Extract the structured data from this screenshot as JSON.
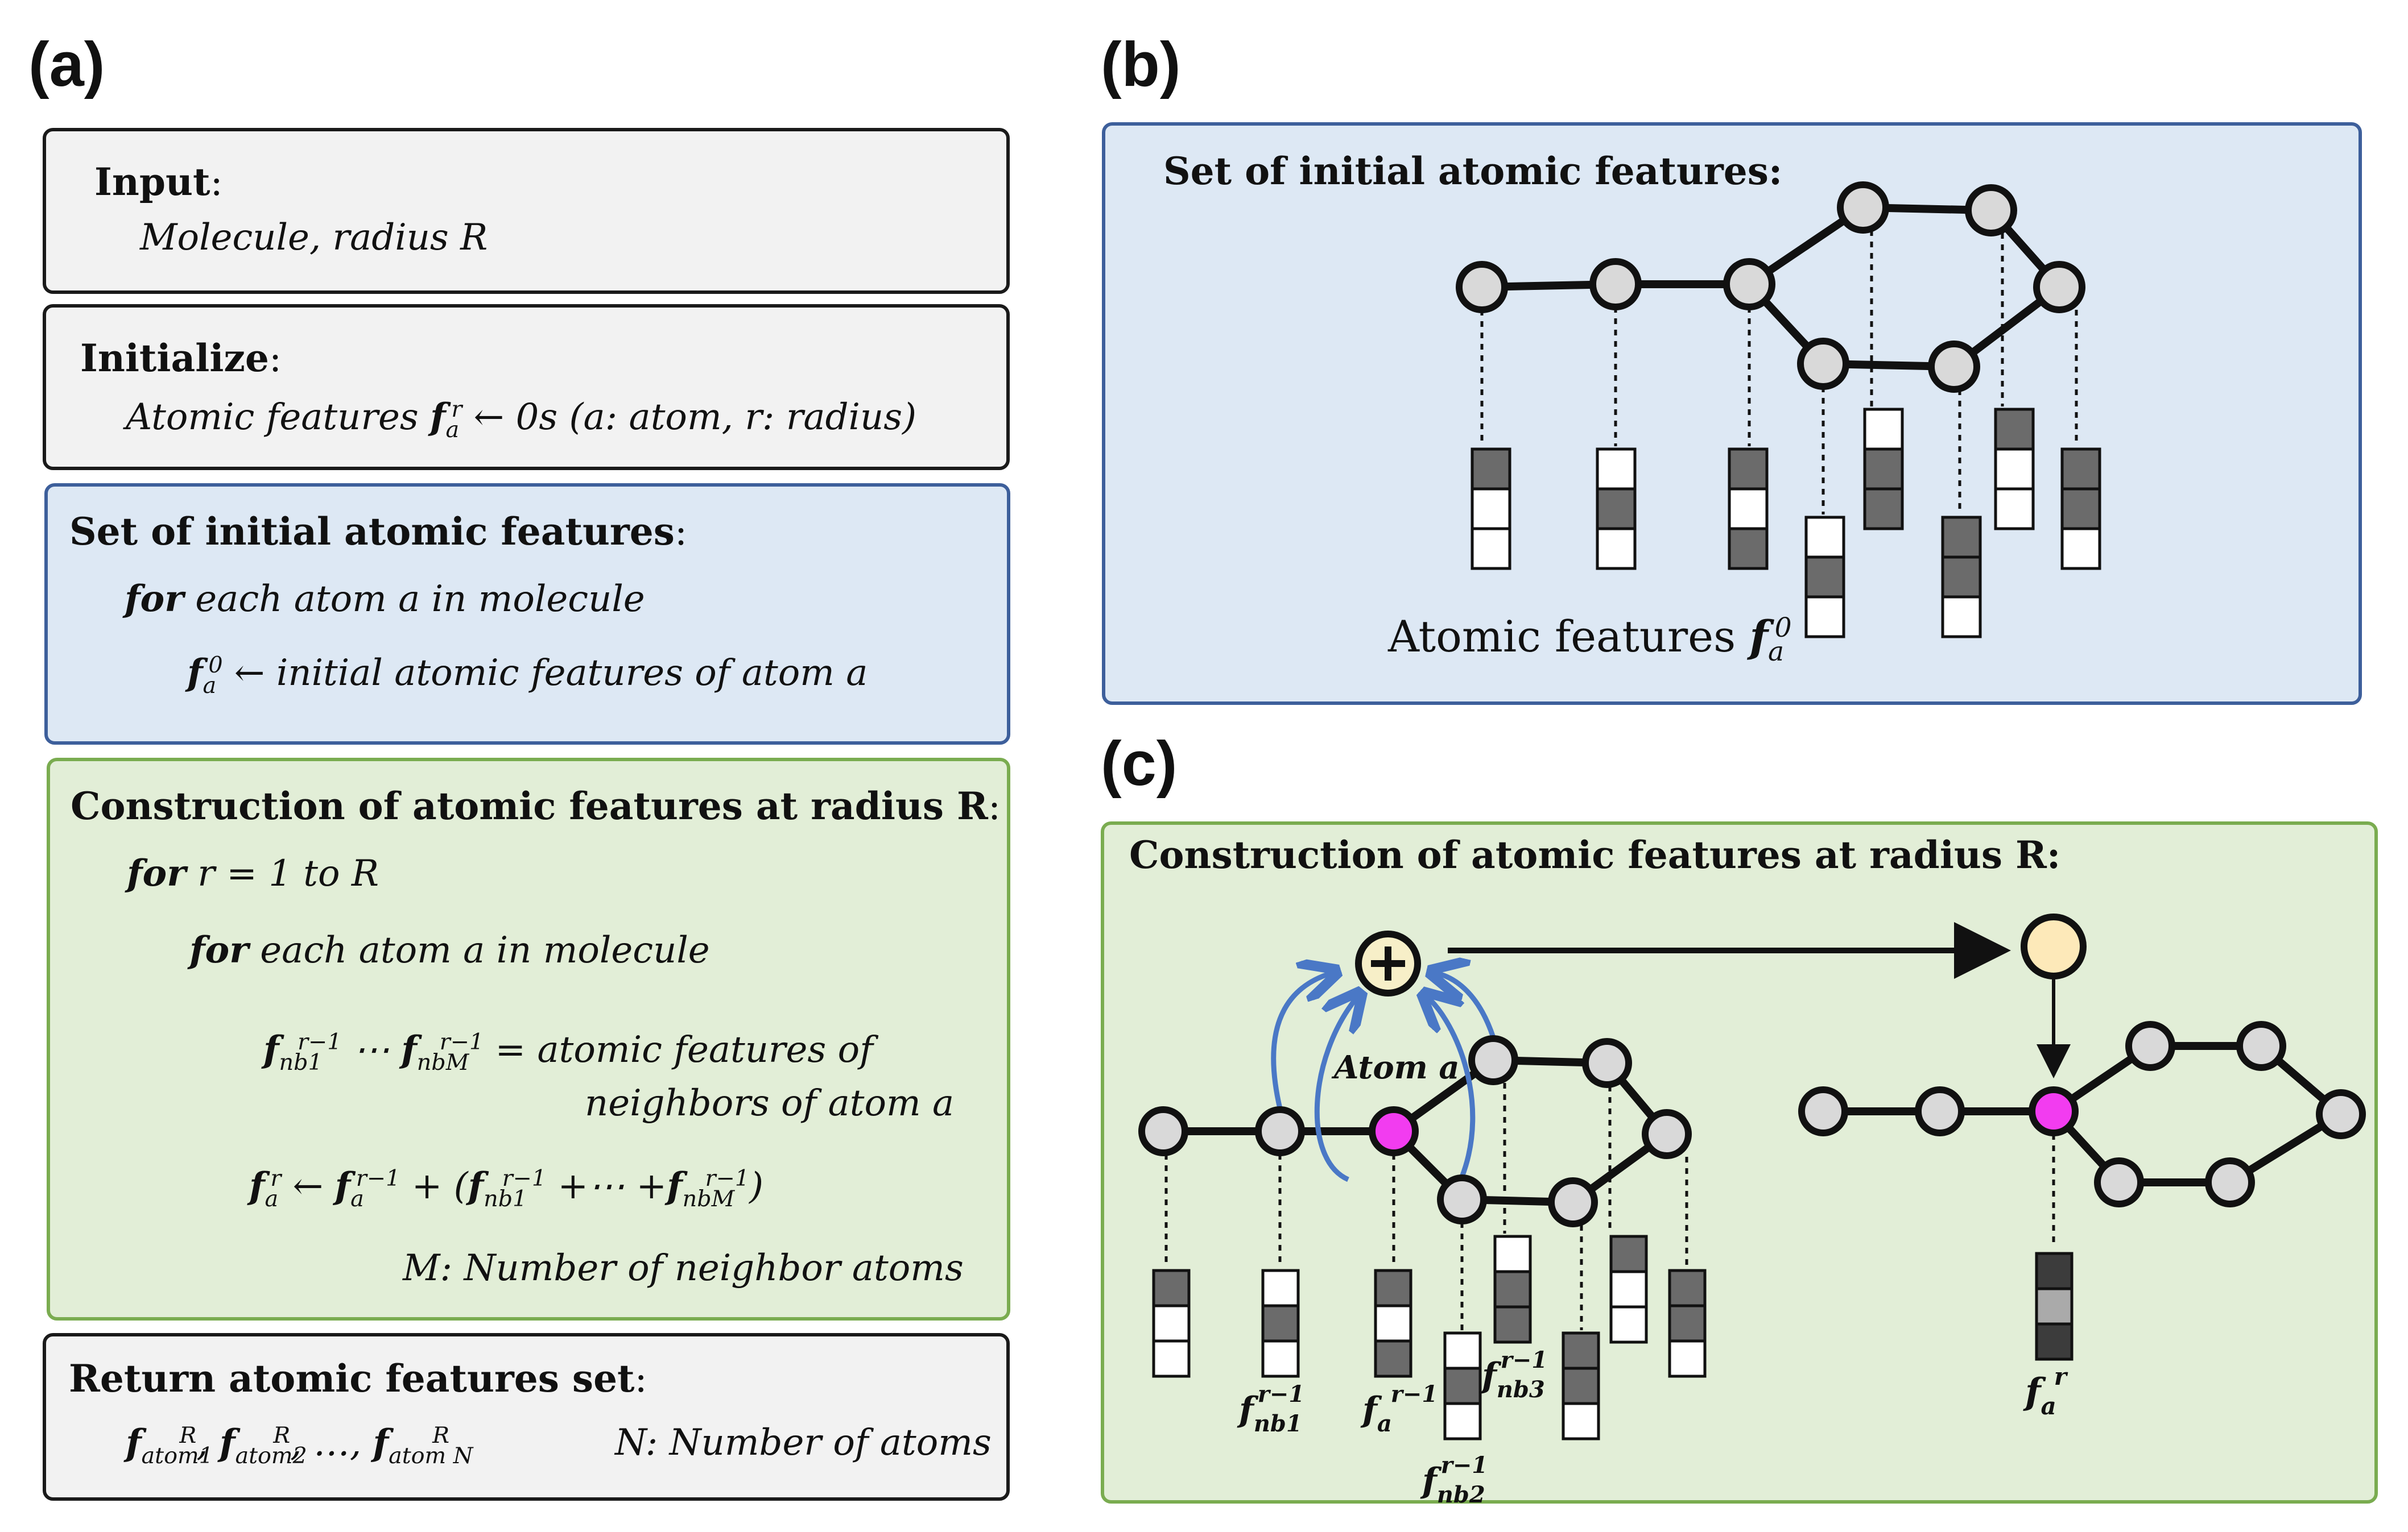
{
  "labels": {
    "a": "(a)",
    "b": "(b)",
    "c": "(c)"
  },
  "algorithm": {
    "input": {
      "title": "Input",
      "colon": ":",
      "body": "Molecule, radius R"
    },
    "initialize": {
      "title": "Initialize",
      "colon": ":",
      "prefix": "Atomic features ",
      "f": "f",
      "sub": "a",
      "sup": "r",
      "rest": " ← 0s (a: atom, r: radius)"
    },
    "initial": {
      "title": "Set of initial atomic features",
      "colon": ":",
      "for_kw": "for",
      "for_rest": " each atom a in molecule",
      "assign_f": "f",
      "assign_sub": "a",
      "assign_sup": "0",
      "assign_rest": " ← initial atomic features of atom a"
    },
    "construction": {
      "title": "Construction of atomic features at radius R",
      "colon": ":",
      "for1_kw": "for",
      "for1_rest": " r = 1 to R",
      "for2_kw": "for",
      "for2_rest": " each atom a in molecule",
      "nb_line1": " = atomic features of",
      "nb_line2": "neighbors of atom a",
      "update_tail": "M: Number of neighbor atoms"
    },
    "return": {
      "title": "Return atomic features set",
      "colon": ":",
      "tail": "N: Number of atoms"
    }
  },
  "panel_b": {
    "title": "Set of initial atomic features:",
    "caption": "Atomic features "
  },
  "panel_c": {
    "title": "Construction of atomic features at radius R:",
    "atom_label": "Atom a",
    "plus": "⊕"
  },
  "colors": {
    "gray_box": "#f2f2f2",
    "blue_box": "#dde8f4",
    "green_box": "#e2eed7",
    "dark_cell": "#6b6b6b",
    "highlight_atom": "#f23cf0",
    "result_atom": "#fde9b9",
    "arrow_blue": "#4a78c6"
  }
}
